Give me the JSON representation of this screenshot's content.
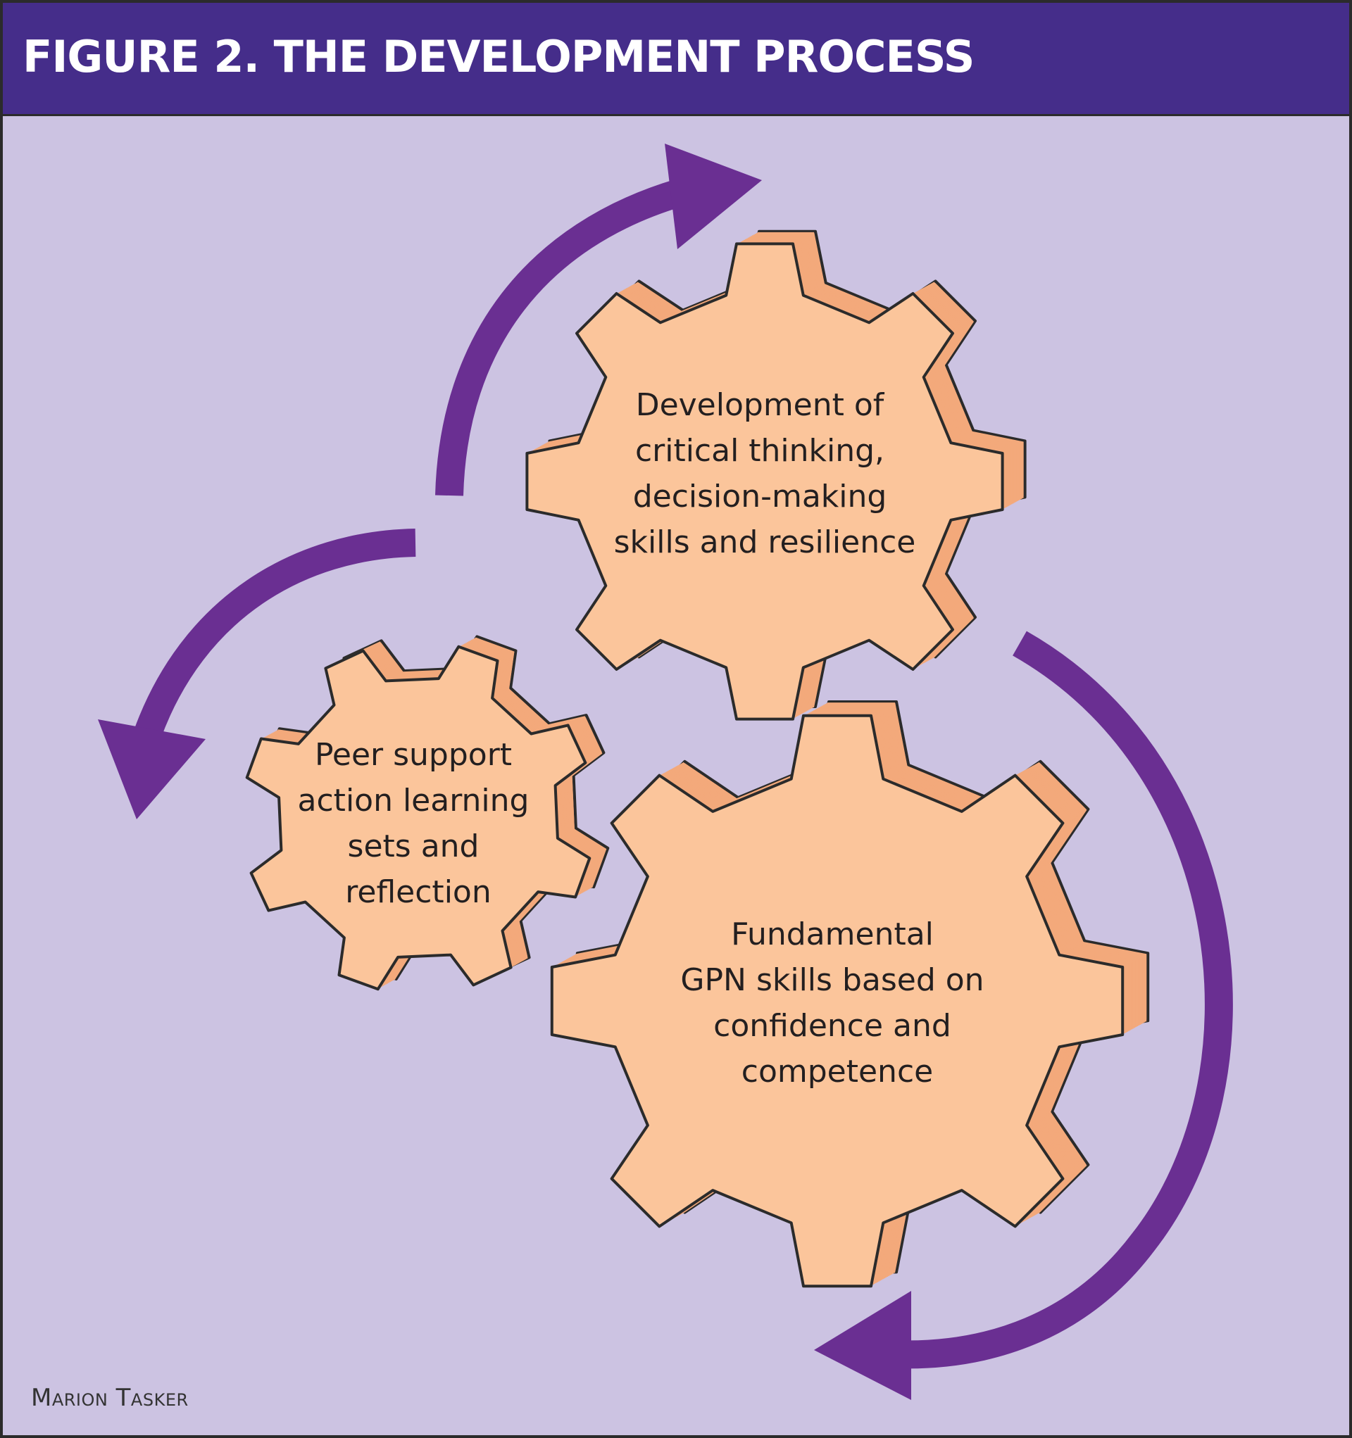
{
  "title": "FIGURE 2. THE DEVELOPMENT PROCESS",
  "gears": {
    "top": {
      "lines": [
        "Development of",
        "critical thinking,",
        "decision-making",
        "skills and resilience"
      ]
    },
    "left": {
      "lines": [
        "Peer support",
        "action learning",
        "sets and",
        "reflection"
      ]
    },
    "bottom": {
      "lines": [
        "Fundamental",
        "GPN skills based on",
        "confidence and",
        "competence"
      ]
    }
  },
  "credit": "Marion Tasker",
  "colors": {
    "header": "#452d8a",
    "background": "#ccc3e2",
    "gear_face": "#fbc59b",
    "gear_side": "#f3a97b",
    "arrow": "#6a2f92"
  }
}
